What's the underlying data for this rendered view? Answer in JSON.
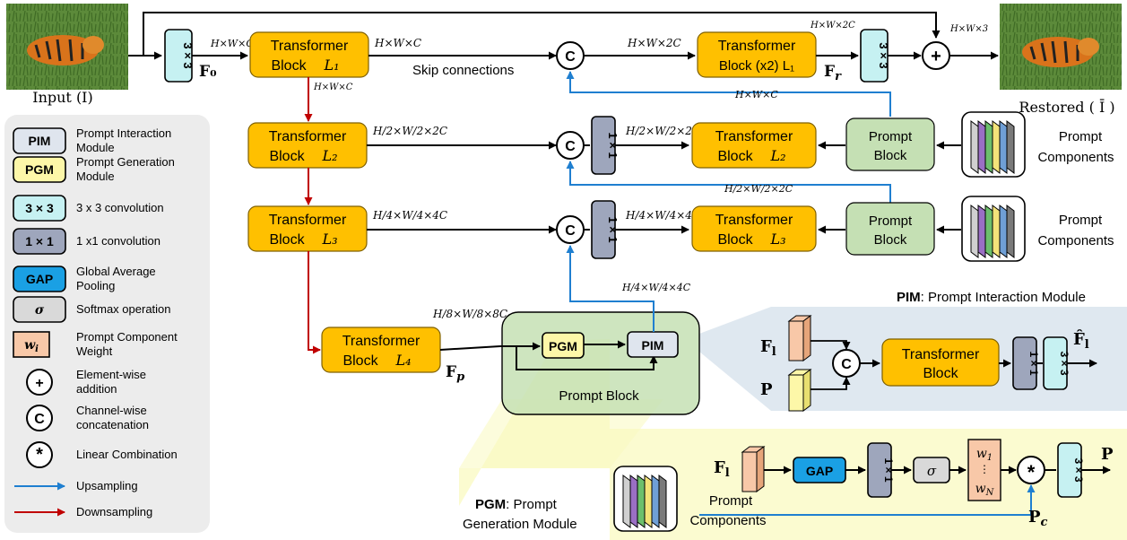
{
  "input": {
    "label": "Input (I)"
  },
  "output": {
    "label": "Restored ( Ī )"
  },
  "legend": [
    {
      "key": "PIM",
      "text": "Prompt Interaction Module",
      "fill": "#dfe5ee"
    },
    {
      "key": "PGM",
      "text": "Prompt Generation Module",
      "fill": "#fdf7a8"
    },
    {
      "key": "3 × 3",
      "text": "3 x 3 convolution",
      "fill": "#c6f1f2"
    },
    {
      "key": "1 × 1",
      "text": "1 x1 convolution",
      "fill": "#9ea6bc"
    },
    {
      "key": "GAP",
      "text": "Global Average Pooling",
      "fill": "#1aa0e4"
    },
    {
      "key": "σ",
      "text": "Softmax operation",
      "fill": "#d9d9d9"
    },
    {
      "key": "w",
      "text": "Prompt Component Weight",
      "fill": "#f8c8a8"
    },
    {
      "key": "+",
      "text": "Element-wise addition"
    },
    {
      "key": "C",
      "text": "Channel-wise concatenation"
    },
    {
      "key": "*",
      "text": "Linear Combination"
    },
    {
      "key": "up",
      "text": "Upsampling",
      "color": "#1f7fd0"
    },
    {
      "key": "down",
      "text": "Downsampling",
      "color": "#c00000"
    }
  ],
  "blocks": {
    "transformer_title": "Transformer",
    "block_word": "Block",
    "enc": [
      "L₁",
      "L₂",
      "L₃",
      "L₄"
    ],
    "dec_top": "Block (x2) L₁",
    "dec": [
      "L₂",
      "L₃"
    ],
    "prompt_block_line1": "Prompt",
    "prompt_block_line2": "Block",
    "prompt_components_line1": "Prompt",
    "prompt_components_line2": "Components",
    "prompt_block_caption": "Prompt Block",
    "pgm": "PGM",
    "pim": "PIM",
    "conv3": "3 × 3",
    "conv1": "1 × 1",
    "gap": "GAP",
    "sigma": "σ",
    "concat": "C",
    "plus": "+",
    "star": "*"
  },
  "labels": {
    "f0": "F₀",
    "fr": "F",
    "fr_sub": "r",
    "fp": "F",
    "fp_sub": "p",
    "skip": "Skip connections",
    "hwc": "H×W×C",
    "hw2c": "H×W×2C",
    "hw3": "H×W×3",
    "h2w2c2": "H/2×W/2×2C",
    "h4w4c4": "H/4×W/4×4C",
    "h8w8c8": "H/8×W/8×8C"
  },
  "pim_panel": {
    "title_bold": "PIM",
    "title_rest": ": Prompt Interaction Module",
    "fl": "F",
    "fl_sub": "l",
    "p": "P",
    "out": "F̂",
    "out_sub": "l"
  },
  "pgm_panel": {
    "title_bold": "PGM",
    "title_rest": ": Prompt",
    "title_line2": "Generation Module",
    "fl": "F",
    "fl_sub": "l",
    "w1": "w",
    "w1_sub": "1",
    "wn": "w",
    "wn_sub": "N",
    "pc": "P",
    "pc_sub": "c",
    "p": "P"
  },
  "colors": {
    "transformer": "#ffc000",
    "transformer_stroke": "#7f6000",
    "prompt_block": "#c5e0b4",
    "pim_bg": "#dbe5ee",
    "pgm_bg": "#fafac0",
    "legend_bg": "#ececec",
    "up": "#1f7fd0",
    "down": "#c00000"
  }
}
